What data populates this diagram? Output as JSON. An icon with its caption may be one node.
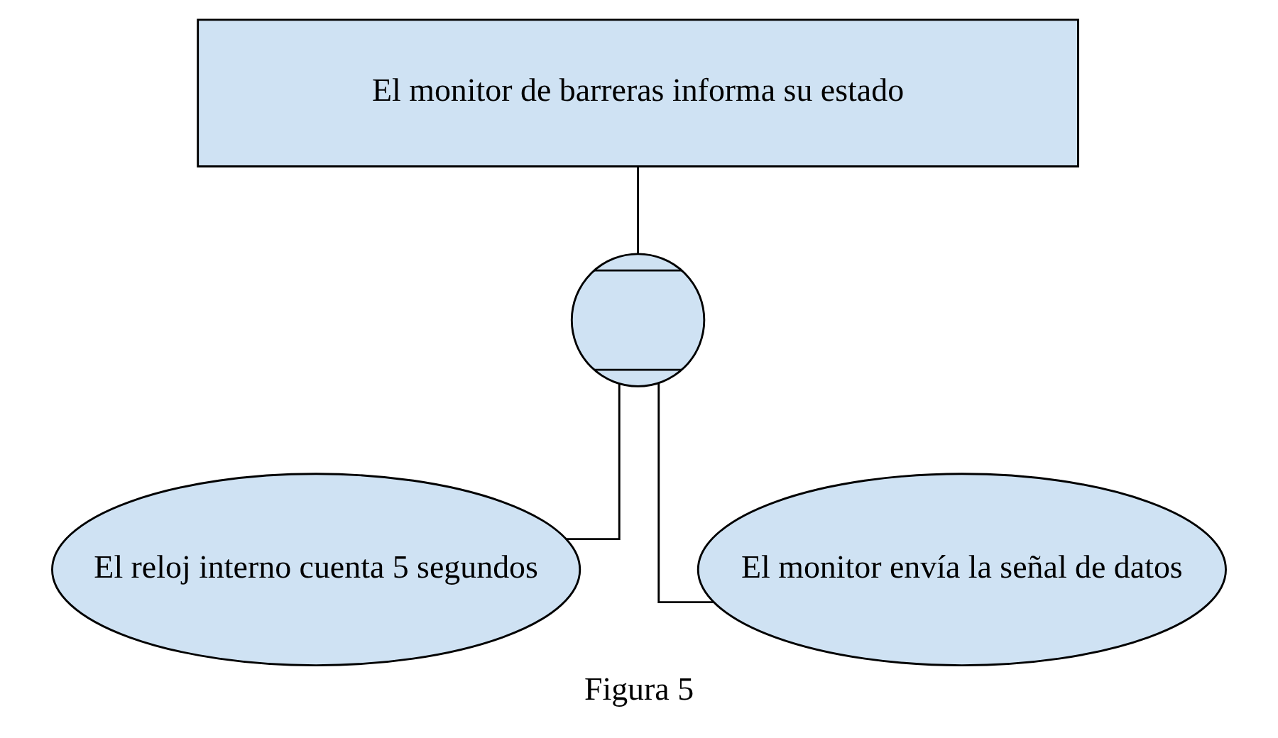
{
  "diagram": {
    "caption": "Figura 5",
    "nodes": [
      {
        "text": [
          "El monitor de barreras informa su estado"
        ]
      },
      {
        "text": [],
        "shape": "circle"
      },
      {
        "text": [
          "El reloj interno cuenta 5 segundos"
        ]
      },
      {
        "text": [
          "El monitor envía la señal de datos"
        ]
      }
    ],
    "edges": [
      {
        "from": 0,
        "to": 1,
        "arrow": "none"
      },
      {
        "from": 1,
        "to": 2,
        "arrow": "none"
      },
      {
        "from": 1,
        "to": 3,
        "arrow": "none"
      }
    ]
  }
}
